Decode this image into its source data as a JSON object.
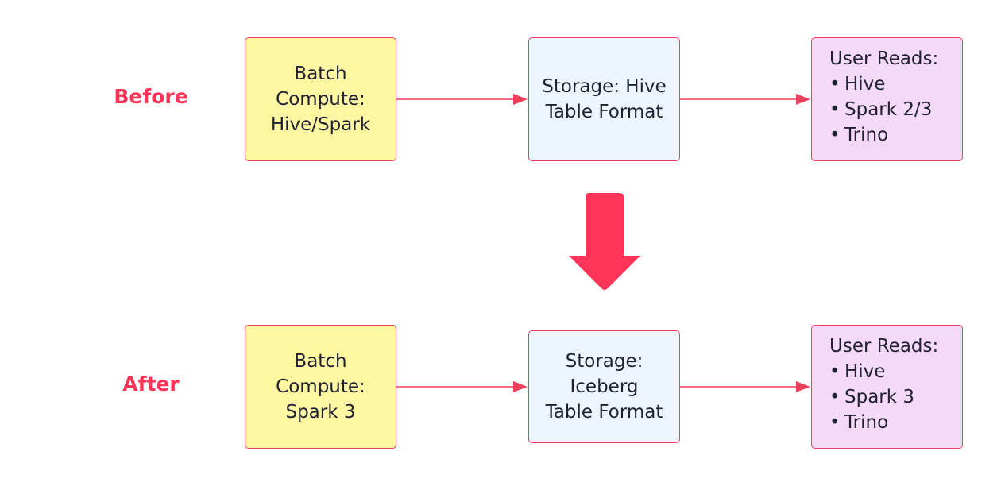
{
  "colors": {
    "label": "#ff3458",
    "border": "#ef3f5c",
    "edge": "#ef3f5c",
    "compute_fill": "#fff7a1",
    "storage_fill": "#edf5ff",
    "reads_fill": "#f5d9f9",
    "transition_arrow": "#ff3458"
  },
  "rows": [
    {
      "label": "Before",
      "compute": "Batch\nCompute:\nHive/Spark",
      "storage": "Storage: Hive\nTable Format",
      "reads": {
        "title": "User Reads:",
        "items": [
          "Hive",
          "Spark 2/3",
          "Trino"
        ]
      }
    },
    {
      "label": "After",
      "compute": "Batch\nCompute:\nSpark 3",
      "storage": "Storage:\nIceberg\nTable Format",
      "reads": {
        "title": "User Reads:",
        "items": [
          "Hive",
          "Spark 3",
          "Trino"
        ]
      }
    }
  ]
}
